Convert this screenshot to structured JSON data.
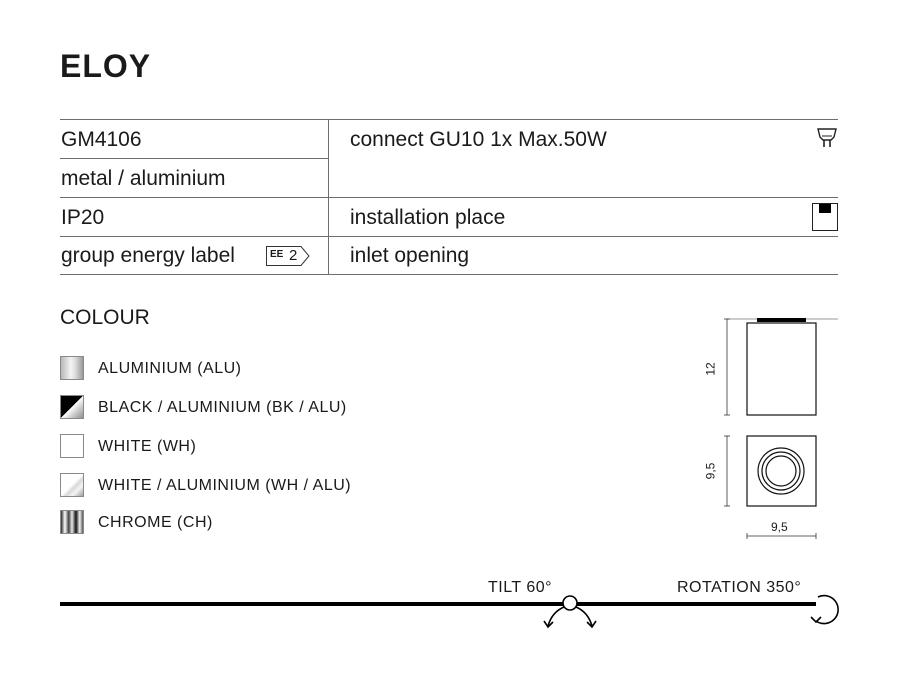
{
  "title": "ELOY",
  "specs": {
    "code": "GM4106",
    "material": "metal / aluminium",
    "ip": "IP20",
    "energy_label": "group energy label",
    "energy_badge_text": "EE",
    "energy_badge_num": "2",
    "connect": "connect GU10 1x Max.50W",
    "installation": "installation place",
    "inlet": "inlet opening"
  },
  "colour": {
    "heading": "COLOUR",
    "items": [
      {
        "label": "ALUMINIUM (ALU)",
        "swatch": "aluminium"
      },
      {
        "label": "BLACK / ALUMINIUM (BK / ALU)",
        "swatch": "black-aluminium"
      },
      {
        "label": "WHITE (WH)",
        "swatch": "white"
      },
      {
        "label": "WHITE / ALUMINIUM (WH / ALU)",
        "swatch": "white-aluminium"
      },
      {
        "label": "CHROME (CH)",
        "swatch": "chrome"
      }
    ]
  },
  "dimensions": {
    "height": "12",
    "depth": "9,5",
    "width": "9,5"
  },
  "features": {
    "tilt": "TILT 60°",
    "rotation": "ROTATION 350°"
  },
  "icons": {
    "bulb": "gu10-bulb-icon",
    "installation": "ceiling-installation-icon",
    "tilt": "tilt-arrows-icon",
    "rotation": "rotation-arrow-icon"
  }
}
